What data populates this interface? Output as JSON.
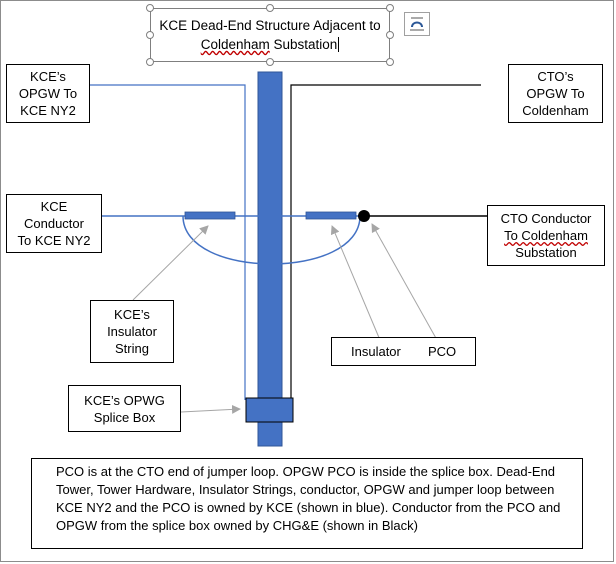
{
  "title": {
    "line1": "KCE Dead-End Structure Adjacent to",
    "line2_word": "Coldenham",
    "line2_rest": " Substation"
  },
  "labels": {
    "kce_opgw": [
      "KCE’s",
      "OPGW To",
      "KCE NY2"
    ],
    "cto_opgw": [
      "CTO’s",
      "OPGW To",
      "Coldenham"
    ],
    "kce_conductor": [
      "KCE",
      "Conductor",
      "To KCE NY2"
    ],
    "cto_conductor": [
      "CTO Conductor",
      "To Coldenham",
      "Substation"
    ],
    "kce_insulator": [
      "KCE’s",
      "Insulator",
      "String"
    ],
    "insulator": "Insulator",
    "pco": "PCO",
    "splice_box": [
      "KCE’s OPWG",
      "Splice Box"
    ]
  },
  "note": [
    "PCO is at the CTO end of jumper loop.  OPGW PCO is inside the splice box.  Dead-End",
    "Tower, Tower Hardware, Insulator Strings, conductor, OPGW and jumper loop between",
    "KCE NY2 and the PCO is owned by KCE (shown in blue).  Conductor from the PCO and",
    "OPGW from the splice box owned by CHG&E (shown in Black)"
  ],
  "colors": {
    "kce_blue": "#4472c4",
    "chge_black": "#000000",
    "arrow_gray": "#a6a6a6"
  },
  "icons": {
    "layout_options": "layout-options-icon"
  }
}
